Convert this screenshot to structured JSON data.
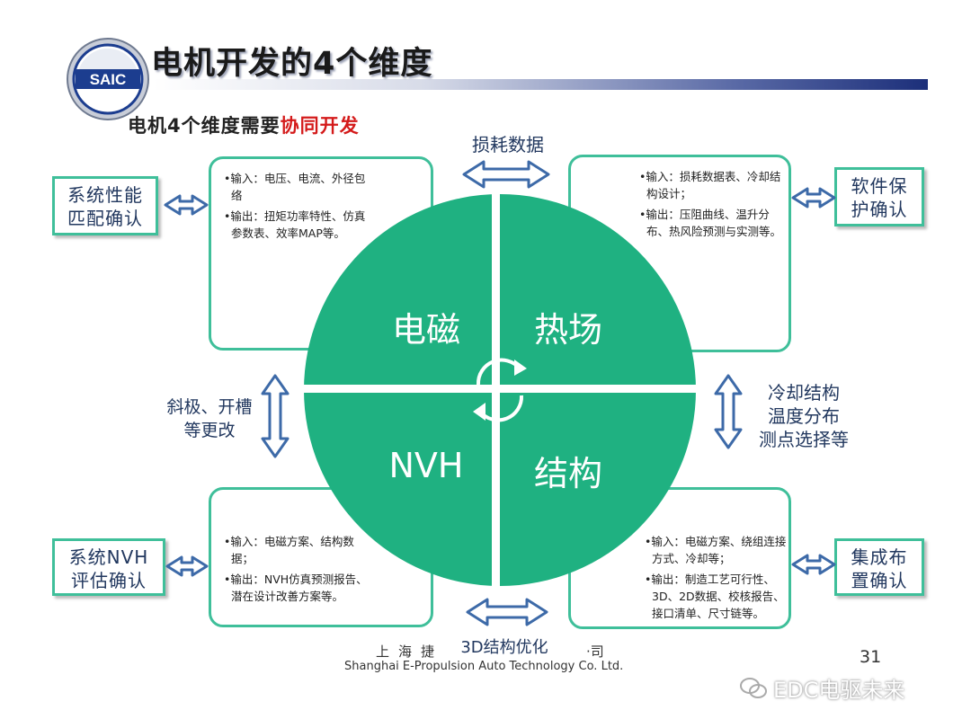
{
  "header": {
    "logo_text": "SAIC",
    "title": "电机开发的4个维度",
    "subtitle_prefix": "电机4个维度需要",
    "subtitle_highlight": "协同开发"
  },
  "quadrants": {
    "top_left": "电磁",
    "top_right": "热场",
    "bottom_left": "NVH",
    "bottom_right": "结构"
  },
  "boxes": {
    "top_left": [
      "•输入：电压、电流、外径包络",
      "•输出：扭矩功率特性、仿真参数表、效率MAP等。"
    ],
    "top_right": [
      "•输入：损耗数据表、冷却结构设计；",
      "•输出：压阻曲线、温升分布、热风险预测与实测等。"
    ],
    "bottom_left": [
      "•输入：电磁方案、结构数据；",
      "•输出：NVH仿真预测报告、潜在设计改善方案等。"
    ],
    "bottom_right": [
      "•输入：电磁方案、绕组连接方式、冷却等；",
      "•输出：制造工艺可行性、3D、2D数据、校核报告、接口清单、尺寸链等。"
    ]
  },
  "side_boxes": {
    "top_left": [
      "系统性能",
      "匹配确认"
    ],
    "top_right": [
      "软件保",
      "护确认"
    ],
    "bottom_left": [
      "系统NVH",
      "评估确认"
    ],
    "bottom_right": [
      "集成布",
      "置确认"
    ]
  },
  "arrow_labels": {
    "top": "损耗数据",
    "left": [
      "斜极、开槽",
      "等更改"
    ],
    "right": [
      "冷却结构",
      "温度分布",
      "测点选择等"
    ],
    "bottom": "3D结构优化"
  },
  "footer": {
    "company_cn": "上海捷",
    "company_cn_tail": "·司",
    "company_en": "Shanghai E-Propulsion Auto Technology Co. Ltd.",
    "page_number": "31",
    "watermark": "EDC电驱未来"
  },
  "colors": {
    "circle": "#1fb181",
    "box_border": "#3fbf9a",
    "arrow_blue": "#3d6aa8",
    "label_text": "#22385f",
    "highlight_red": "#d41a1a"
  }
}
